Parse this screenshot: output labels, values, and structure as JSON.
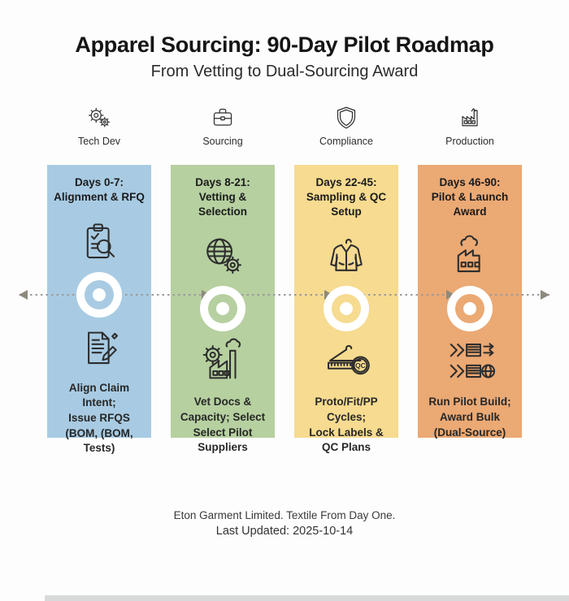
{
  "header": {
    "title": "Apparel Sourcing: 90-Day Pilot Roadmap",
    "subtitle": "From Vetting to Dual-Sourcing Award"
  },
  "categories": [
    {
      "label": "Tech Dev",
      "icon": "gears-icon"
    },
    {
      "label": "Sourcing",
      "icon": "briefcase-icon"
    },
    {
      "label": "Compliance",
      "icon": "shield-icon"
    },
    {
      "label": "Production",
      "icon": "factory-icon"
    }
  ],
  "phases": [
    {
      "heading": "Days 0-7:\nAlignment & RFQ",
      "description": "Align Claim Intent;\nIssue RFQS\n(BOM, (BOM, Tests)",
      "color": "#a8cbe3",
      "top_icon": "clipboard-search-icon",
      "bottom_icon": "document-pencil-icon"
    },
    {
      "heading": "Days 8-21:\nVetting & Selection",
      "description": "Vet Docs &\nCapacity; Select\nSelect Pilot Suppliers",
      "color": "#b6d0a0",
      "top_icon": "globe-gear-icon",
      "bottom_icon": "factory-gear-icon"
    },
    {
      "heading": "Days 22-45:\nSampling & QC Setup",
      "description": "Proto/Fit/PP Cycles;\nLock Labels &\nQC Plans",
      "color": "#f6db90",
      "top_icon": "jacket-hanger-icon",
      "bottom_icon": "hanger-ruler-qc-icon"
    },
    {
      "heading": "Days 46-90:\nPilot & Launch Award",
      "description": "Run Pilot Build;\nAward Bulk\n(Dual-Source)",
      "color": "#eba974",
      "top_icon": "factory-smoke-icon",
      "bottom_icon": "dual-source-icon"
    }
  ],
  "icons": {
    "qc_label": "QC"
  },
  "colors": {
    "dash": "#9b9b9b",
    "arrow": "#8d8a7d"
  },
  "footer": {
    "line1": "Eton Garment Limited. Textile From Day One.",
    "line2": "Last Updated: 2025-10-14"
  }
}
